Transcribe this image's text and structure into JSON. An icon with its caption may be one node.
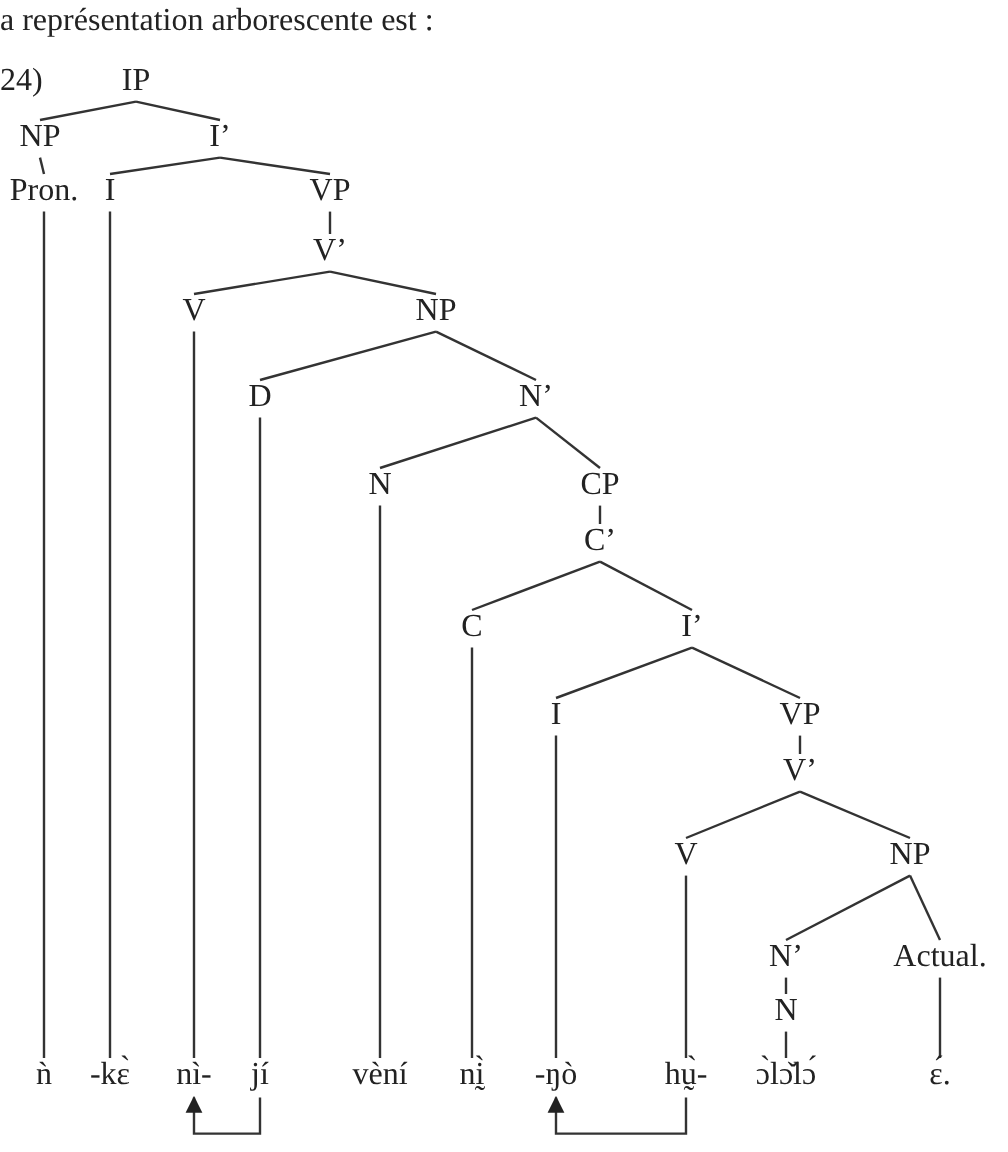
{
  "diagram": {
    "nodes": [
      {
        "text": [
          "IP"
        ]
      },
      {
        "text": [
          "NP"
        ]
      },
      {
        "text": [
          "I’"
        ]
      },
      {
        "text": [
          "Pron."
        ]
      },
      {
        "text": [
          "I"
        ]
      },
      {
        "text": [
          "VP"
        ]
      },
      {
        "text": [
          "V’"
        ]
      },
      {
        "text": [
          "V"
        ]
      },
      {
        "text": [
          "NP"
        ]
      },
      {
        "text": [
          "D"
        ]
      },
      {
        "text": [
          "N’"
        ]
      },
      {
        "text": [
          "N"
        ]
      },
      {
        "text": [
          "CP"
        ]
      },
      {
        "text": [
          "C’"
        ]
      },
      {
        "text": [
          "C"
        ]
      },
      {
        "text": [
          "I’"
        ]
      },
      {
        "text": [
          "I"
        ]
      },
      {
        "text": [
          "VP"
        ]
      },
      {
        "text": [
          "V’"
        ]
      },
      {
        "text": [
          "V"
        ]
      },
      {
        "text": [
          "NP"
        ]
      },
      {
        "text": [
          "N’"
        ]
      },
      {
        "text": [
          "Actual."
        ]
      },
      {
        "text": [
          "N"
        ]
      },
      {
        "text": [
          "ǹ"
        ]
      },
      {
        "text": [
          "-kɛ̀"
        ]
      },
      {
        "text": [
          "nì-"
        ]
      },
      {
        "text": [
          "jí"
        ]
      },
      {
        "text": [
          "vèní"
        ]
      },
      {
        "text": [
          "nḭ̀"
        ]
      },
      {
        "text": [
          "-ŋò"
        ]
      },
      {
        "text": [
          "hṵ̀-"
        ]
      },
      {
        "text": [
          "ɔ̀lɔ̌lɔ́"
        ]
      },
      {
        "text": [
          "ɛ́."
        ]
      }
    ],
    "edges": [
      {
        "from": 0,
        "to": 1,
        "arrow": "none"
      },
      {
        "from": 0,
        "to": 2,
        "arrow": "none"
      },
      {
        "from": 1,
        "to": 3,
        "arrow": "none"
      },
      {
        "from": 2,
        "to": 4,
        "arrow": "none"
      },
      {
        "from": 2,
        "to": 5,
        "arrow": "none"
      },
      {
        "from": 5,
        "to": 6,
        "arrow": "none"
      },
      {
        "from": 6,
        "to": 7,
        "arrow": "none"
      },
      {
        "from": 6,
        "to": 8,
        "arrow": "none"
      },
      {
        "from": 8,
        "to": 9,
        "arrow": "none"
      },
      {
        "from": 8,
        "to": 10,
        "arrow": "none"
      },
      {
        "from": 10,
        "to": 11,
        "arrow": "none"
      },
      {
        "from": 10,
        "to": 12,
        "arrow": "none"
      },
      {
        "from": 12,
        "to": 13,
        "arrow": "none"
      },
      {
        "from": 13,
        "to": 14,
        "arrow": "none"
      },
      {
        "from": 13,
        "to": 15,
        "arrow": "none"
      },
      {
        "from": 15,
        "to": 16,
        "arrow": "none"
      },
      {
        "from": 15,
        "to": 17,
        "arrow": "none"
      },
      {
        "from": 17,
        "to": 18,
        "arrow": "none"
      },
      {
        "from": 18,
        "to": 19,
        "arrow": "none"
      },
      {
        "from": 18,
        "to": 20,
        "arrow": "none"
      },
      {
        "from": 20,
        "to": 21,
        "arrow": "none"
      },
      {
        "from": 20,
        "to": 22,
        "arrow": "none"
      },
      {
        "from": 21,
        "to": 23,
        "arrow": "none"
      },
      {
        "from": 3,
        "to": 24,
        "arrow": "none"
      },
      {
        "from": 4,
        "to": 25,
        "arrow": "none"
      },
      {
        "from": 7,
        "to": 26,
        "arrow": "none"
      },
      {
        "from": 9,
        "to": 27,
        "arrow": "none"
      },
      {
        "from": 11,
        "to": 28,
        "arrow": "none"
      },
      {
        "from": 14,
        "to": 29,
        "arrow": "none"
      },
      {
        "from": 16,
        "to": 30,
        "arrow": "none"
      },
      {
        "from": 19,
        "to": 31,
        "arrow": "none"
      },
      {
        "from": 23,
        "to": 32,
        "arrow": "none"
      },
      {
        "from": 22,
        "to": 33,
        "arrow": "none"
      },
      {
        "from": 27,
        "to": 26,
        "arrow": "to"
      },
      {
        "from": 31,
        "to": 30,
        "arrow": "to"
      }
    ],
    "labels": [
      "a représentation arborescente est :",
      "24)"
    ]
  }
}
